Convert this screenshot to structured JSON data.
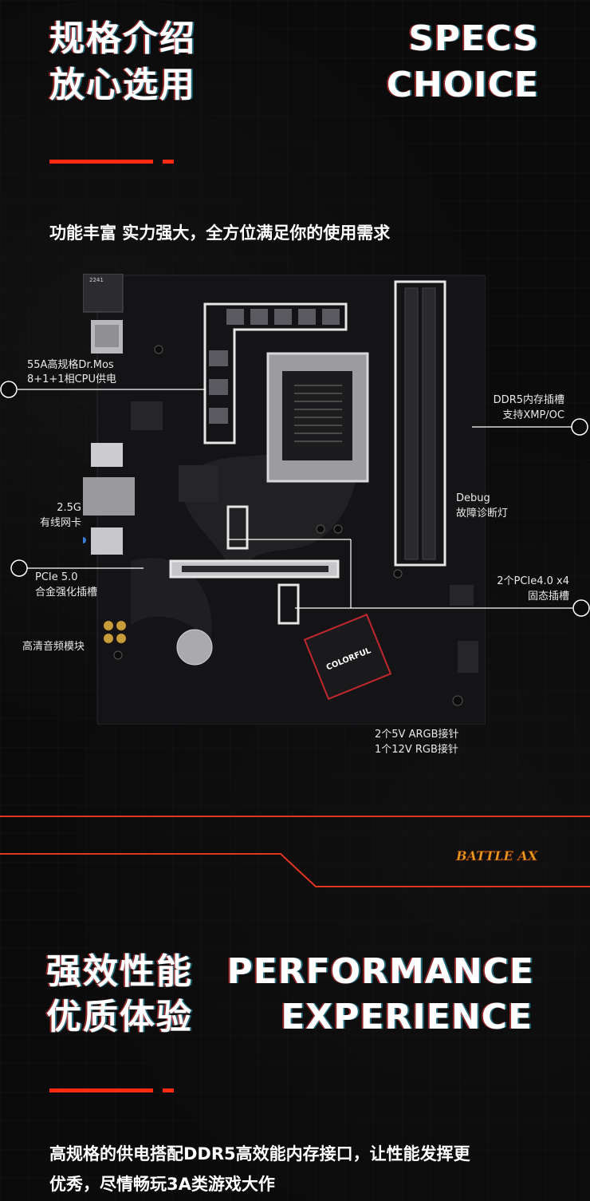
{
  "specs": {
    "title_cn_line1": "规格介绍",
    "title_cn_line2": "放心选用",
    "title_en_line1": "SPECS",
    "title_en_line2": "CHOICE",
    "subtitle": "功能丰富 实力强大，全方位满足你的使用需求"
  },
  "board": {
    "board_marking": "2241",
    "heatsink_logo": "COLORFUL"
  },
  "callouts": {
    "power_line1": "55A高规格Dr.Mos",
    "power_line2": "8+1+1相CPU供电",
    "lan_line1": "2.5G",
    "lan_line2": "有线网卡",
    "pcie5_line1": "PCIe 5.0",
    "pcie5_line2": "合金强化插槽",
    "audio": "高清音频模块",
    "ddr5_line1": "DDR5内存插槽",
    "ddr5_line2": "支持XMP/OC",
    "debug_line1": "Debug",
    "debug_line2": "故障诊断灯",
    "pcie4_line1": "2个PCIe4.0 x4",
    "pcie4_line2": "固态插槽",
    "rgb_line1": "2个5V ARGB接针",
    "rgb_line2": "1个12V RGB接针"
  },
  "brand": {
    "logo_text": "BATTLE AX"
  },
  "performance": {
    "title_cn_line1": "强效性能",
    "title_cn_line2": "优质体验",
    "title_en_line1": "PERFORMANCE",
    "title_en_line2": "EXPERIENCE",
    "paragraph_line1": "高规格的供电搭配DDR5高效能内存接口，让性能发挥更",
    "paragraph_line2": "优秀，尽情畅玩3A类游戏大作"
  },
  "colors": {
    "accent": "#ff2a12",
    "background": "#0b0b0c",
    "text": "#ffffff"
  }
}
